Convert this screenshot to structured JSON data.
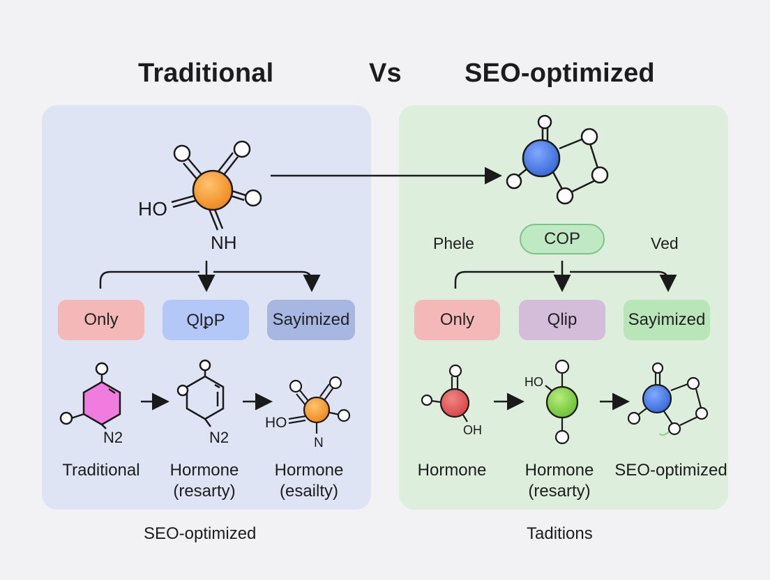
{
  "header": {
    "left_title": "Traditional",
    "vs": "Vs",
    "right_title": "SEO-optimized"
  },
  "left_panel": {
    "molecule_labels": {
      "ho": "HO",
      "nh": "NH"
    },
    "pills": [
      "Only",
      "QlꝑP",
      "Sayimized"
    ],
    "small_labels": {
      "n2_a": "N2",
      "n2_b": "N2",
      "ho": "HO",
      "n": "N"
    },
    "captions": [
      {
        "line1": "Traditional",
        "line2": ""
      },
      {
        "line1": "Hormone",
        "line2": "(resarty)"
      },
      {
        "line1": "Hormone",
        "line2": "(esailty)"
      }
    ],
    "footer": "SEO-optimized"
  },
  "right_panel": {
    "top_labels": {
      "left": "Phele",
      "center_pill": "COP",
      "right": "Ved"
    },
    "pills": [
      "Only",
      "Qlip",
      "Sayimized"
    ],
    "small_labels": {
      "oh": "OH",
      "ho": "HO"
    },
    "captions": [
      {
        "line1": "Hormone",
        "line2": ""
      },
      {
        "line1": "Hormone",
        "line2": "(resarty)"
      },
      {
        "line1": "SEO-optimized",
        "line2": ""
      }
    ],
    "footer": "Taditions"
  },
  "colors": {
    "left_panel_bg": "#dfe4f4",
    "right_panel_bg": "#ddeedd",
    "orange_atom": "#f59a2e",
    "blue_atom": "#4a80e6",
    "pink_ring": "#f07ce0",
    "red_atom": "#e25b5b",
    "green_atom": "#86cf4a",
    "pill_red": "#f4b8b8",
    "pill_blue": "#b4c8f8",
    "pill_indigo": "#a7b7e2",
    "pill_mauve": "#d3bdd9",
    "pill_green": "#b8e6b8",
    "pill_cop": "#bfe9c2"
  }
}
